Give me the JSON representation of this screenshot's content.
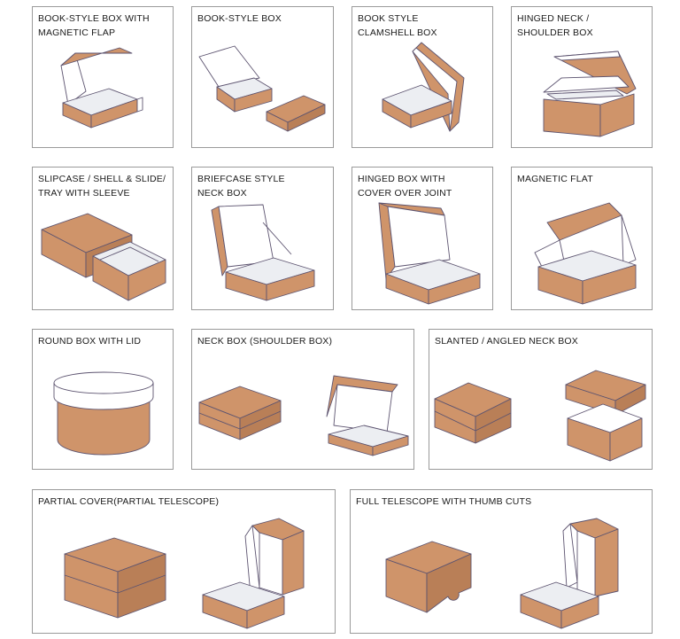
{
  "panels": [
    {
      "lines": [
        "BOOK-STYLE BOX WITH",
        "MAGNETIC FLAP"
      ]
    },
    {
      "lines": [
        "BOOK-STYLE BOX"
      ]
    },
    {
      "lines": [
        "BOOK STYLE",
        "CLAMSHELL BOX"
      ]
    },
    {
      "lines": [
        "HINGED NECK /",
        "SHOULDER BOX"
      ]
    },
    {
      "lines": [
        "SLIPCASE / SHELL & SLIDE/",
        "TRAY WITH SLEEVE"
      ]
    },
    {
      "lines": [
        "BRIEFCASE STYLE",
        "NECK BOX"
      ]
    },
    {
      "lines": [
        "HINGED BOX WITH",
        "COVER OVER JOINT"
      ]
    },
    {
      "lines": [
        "MAGNETIC FLAT"
      ]
    },
    {
      "lines": [
        "ROUND BOX WITH LID"
      ]
    },
    {
      "lines": [
        "NECK BOX (SHOULDER BOX)"
      ]
    },
    {
      "lines": [
        "SLANTED / ANGLED NECK BOX"
      ]
    },
    {
      "lines": [
        "PARTIAL COVER(PARTIAL TELESCOPE)"
      ]
    },
    {
      "lines": [
        "FULL TELESCOPE WITH THUMB CUTS"
      ]
    }
  ],
  "colors": {
    "kraft": "#cf946a",
    "kraft_dark": "#b97f57",
    "outline": "#5d5470",
    "border": "#9a9a9a"
  }
}
